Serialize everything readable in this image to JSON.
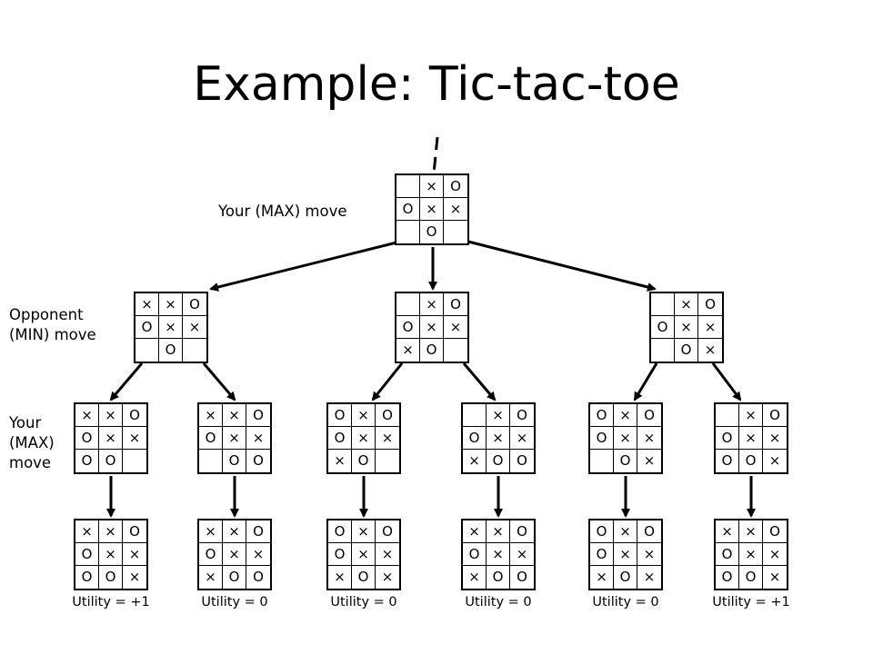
{
  "title": "Example: Tic-tac-toe",
  "labels": {
    "max_move": "Your (MAX) move",
    "min_move": [
      "Opponent",
      "(MIN) move"
    ],
    "max_move_2": [
      "Your",
      "(MAX)",
      "move"
    ]
  },
  "marks": {
    "x": "×",
    "o": "O"
  },
  "boards": {
    "root": [
      "",
      "x",
      "o",
      "o",
      "x",
      "x",
      "",
      "o",
      ""
    ],
    "min": [
      [
        "x",
        "x",
        "o",
        "o",
        "x",
        "x",
        "",
        "o",
        ""
      ],
      [
        "",
        "x",
        "o",
        "o",
        "x",
        "x",
        "x",
        "o",
        ""
      ],
      [
        "",
        "x",
        "o",
        "o",
        "x",
        "x",
        "",
        "o",
        "x"
      ]
    ],
    "max": [
      [
        "x",
        "x",
        "o",
        "o",
        "x",
        "x",
        "o",
        "o",
        ""
      ],
      [
        "x",
        "x",
        "o",
        "o",
        "x",
        "x",
        "",
        "o",
        "o"
      ],
      [
        "o",
        "x",
        "o",
        "o",
        "x",
        "x",
        "x",
        "o",
        ""
      ],
      [
        "",
        "x",
        "o",
        "o",
        "x",
        "x",
        "x",
        "o",
        "o"
      ],
      [
        "o",
        "x",
        "o",
        "o",
        "x",
        "x",
        "",
        "o",
        "x"
      ],
      [
        "",
        "x",
        "o",
        "o",
        "x",
        "x",
        "o",
        "o",
        "x"
      ]
    ],
    "leaf": [
      [
        "x",
        "x",
        "o",
        "o",
        "x",
        "x",
        "o",
        "o",
        "x"
      ],
      [
        "x",
        "x",
        "o",
        "o",
        "x",
        "x",
        "x",
        "o",
        "o"
      ],
      [
        "o",
        "x",
        "o",
        "o",
        "x",
        "x",
        "x",
        "o",
        "x"
      ],
      [
        "x",
        "x",
        "o",
        "o",
        "x",
        "x",
        "x",
        "o",
        "o"
      ],
      [
        "o",
        "x",
        "o",
        "o",
        "x",
        "x",
        "x",
        "o",
        "x"
      ],
      [
        "x",
        "x",
        "o",
        "o",
        "x",
        "x",
        "o",
        "o",
        "x"
      ]
    ]
  },
  "utilities": [
    "Utility = +1",
    "Utility = 0",
    "Utility = 0",
    "Utility = 0",
    "Utility = 0",
    "Utility = +1"
  ]
}
